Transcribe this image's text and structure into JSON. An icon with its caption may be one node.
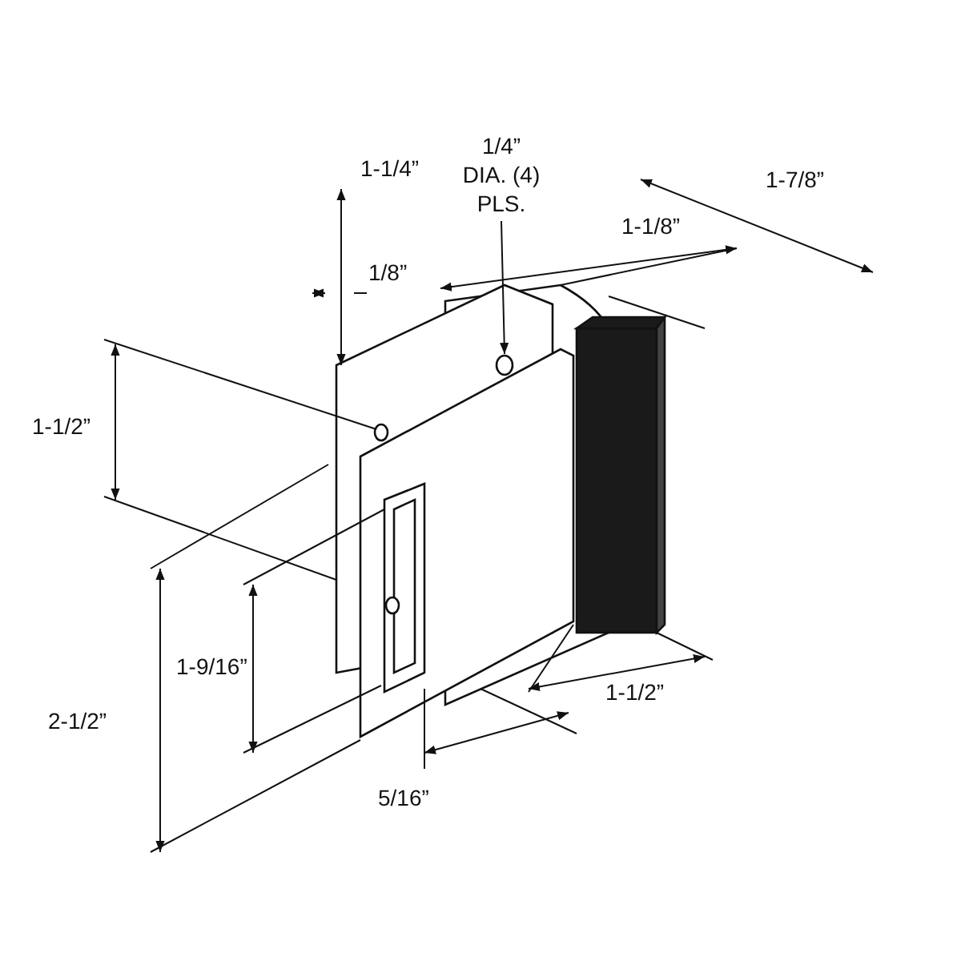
{
  "diagram": {
    "nodes": [
      {
        "text": [
          "1/4” DIA. (4) PLS."
        ]
      },
      {
        "text": [],
        "shape": "circle"
      }
    ],
    "edges": [
      {
        "from": 0,
        "to": 1,
        "arrow": "to"
      }
    ],
    "labels": [
      "1-1/4”",
      "1-7/8”",
      "1-1/8”",
      "1/8”",
      "1-1/2”",
      "1-9/16”",
      "2-1/2”",
      "5/16”",
      "1-1/2”"
    ]
  }
}
